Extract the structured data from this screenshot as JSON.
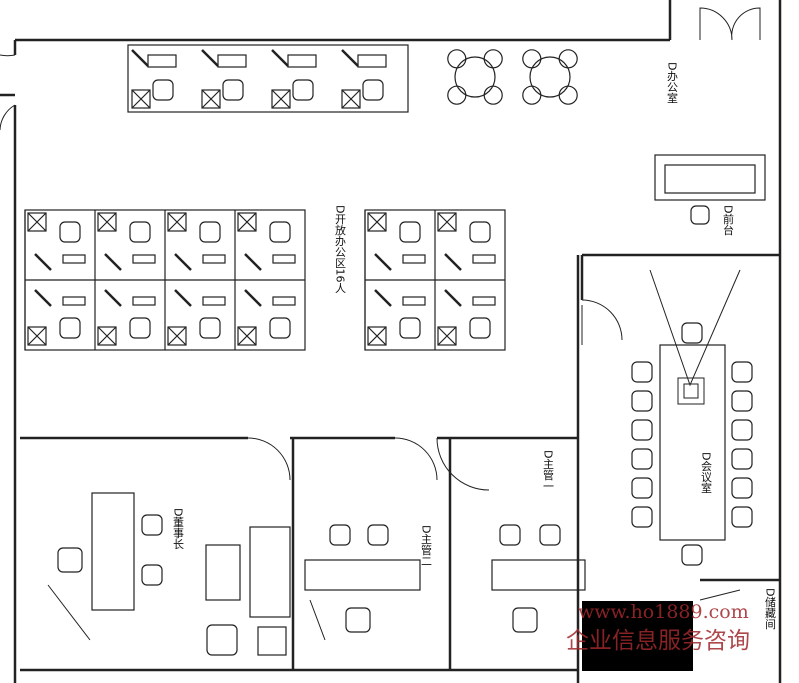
{
  "rooms": {
    "office": "D办公室",
    "reception": "D前台",
    "open_office": "D开放办公区16人",
    "meeting_room": "D会议室",
    "manager_one": "D主管一",
    "manager_two": "D主管二",
    "chairman": "D董事长",
    "storage": "D储藏间"
  },
  "watermark": {
    "url": "www.ho1889.com",
    "tagline": "企业信息服务咨询"
  },
  "colors": {
    "line": "#222222",
    "watermark_bg": "#000000",
    "watermark_text": "#a0282c"
  }
}
